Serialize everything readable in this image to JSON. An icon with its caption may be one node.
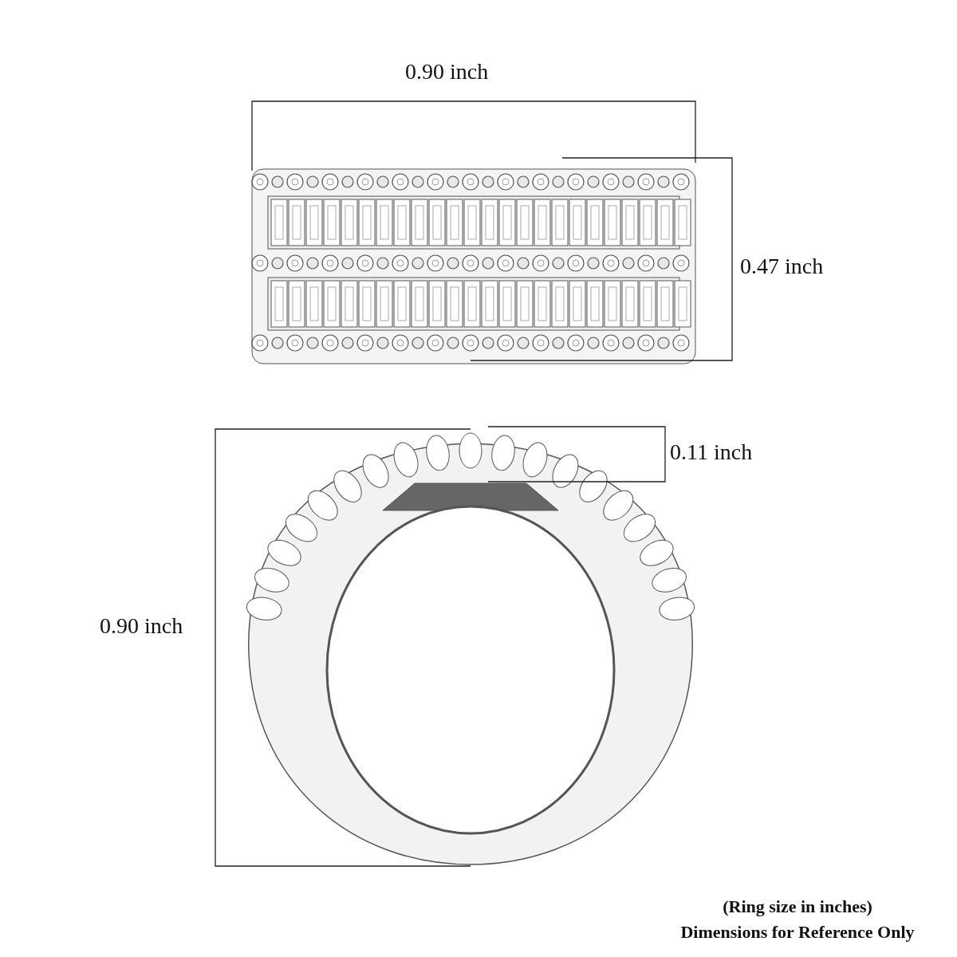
{
  "diagram": {
    "labels": [
      "0.90 inch",
      "0.47 inch",
      "0.11 inch",
      "0.90 inch",
      "(Ring size in inches)",
      "Dimensions for Reference Only"
    ]
  }
}
